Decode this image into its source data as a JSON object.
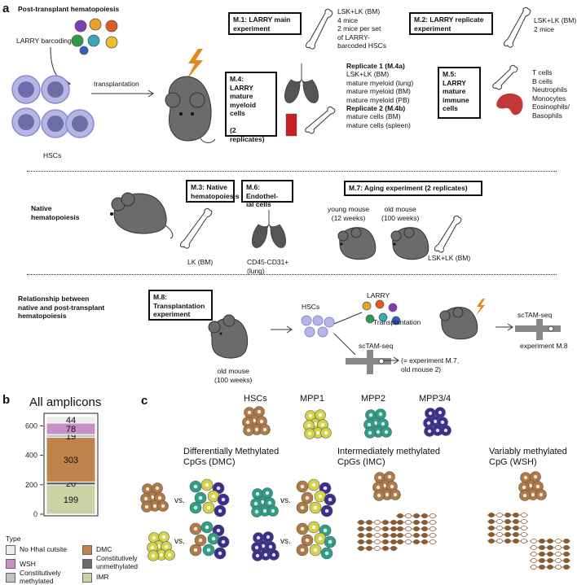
{
  "panel_a": {
    "letter": "a",
    "section1_title": "Post-transplant hematopoiesis",
    "barcoding_label": "LARRY barcoding",
    "hscs_label": "HSCs",
    "transplantation_label": "transplantation",
    "m1": {
      "title": "M.1: LARRY main\nexperiment",
      "desc": "LSK+LK (BM)\n4 mice\n2 mice per set\nof LARRY-\nbarcoded HSCs"
    },
    "m2": {
      "title": "M.2: LARRY replicate\nexperiment",
      "desc": "LSK+LK (BM)\n2 mice"
    },
    "m4": {
      "title": "M.4:\nLARRY\nmature\nmyeloid\ncells\n\n(2 replicates)"
    },
    "m4_rep1_title": "Replicate 1 (M.4a)",
    "m4_rep1_items": "LSK+LK (BM)\nmature myeloid (lung)\nmature myeloid (BM)\nmature myeloid (PB)",
    "m4_rep2_title": "Replicate 2 (M.4b)",
    "m4_rep2_items": "mature cells (BM)\nmature cells (spleen)",
    "m5": {
      "title": "M.5:\nLARRY\nmature\nimmune\ncells",
      "desc": "T cells\nB cells\nNeutrophils\nMonocytes\nEosinophils/\nBasophils"
    },
    "section2_title": "Native\nhematopoiesis",
    "m3": {
      "title": "M.3: Native\nhematopoiesis",
      "desc": "LK (BM)"
    },
    "m6": {
      "title": "M.6: Endothel-\nial cells",
      "desc": "CD45-CD31+\n(lung)"
    },
    "m7": {
      "title": "M.7: Aging experiment (2 replicates)",
      "young": "young mouse\n(12 weeks)",
      "old": "old mouse\n(100 weeks)",
      "desc": "LSK+LK (BM)"
    },
    "section3_title": "Relationship between\nnative and post-transplant\nhematopoiesis",
    "m8": {
      "title": "M.8:\nTransplantation\nexperiment"
    },
    "old_mouse": "old mouse\n(100 weeks)",
    "hscs2": "HSCs",
    "larry2": "LARRY",
    "transplantation2": "Transplantation",
    "sctam1": "scTAM-seq",
    "sctam2": "scTAM-seq",
    "experiment_m8": "experiment M.8",
    "eq_m7": "(= experiment M.7,\nold mouse 2)"
  },
  "panel_b": {
    "letter": "b",
    "chart_data": {
      "type": "bar",
      "title": "All amplicons",
      "stacked": true,
      "categories": [
        "All amplicons"
      ],
      "series": [
        {
          "name": "IMR",
          "value": 199,
          "color": "#c9d3a6"
        },
        {
          "name": "Constitutively unmethylated",
          "value": 20,
          "color": "#6b6b6b"
        },
        {
          "name": "DMC",
          "value": 303,
          "color": "#c0834c"
        },
        {
          "name": "Constitutively methylated",
          "value": 19,
          "color": "#c2c2c2"
        },
        {
          "name": "WSH",
          "value": 78,
          "color": "#c98fc6"
        },
        {
          "name": "No HhaI cutsite",
          "value": 44,
          "color": "#ececec"
        }
      ],
      "ylim": [
        0,
        663
      ],
      "yticks": [
        0,
        200,
        400,
        600
      ]
    },
    "legend_title": "Type",
    "legend": [
      {
        "label": "No HhaI cutsite",
        "color": "#ececec"
      },
      {
        "label": "WSH",
        "color": "#c98fc6"
      },
      {
        "label": "Constitutively\nmethylated",
        "color": "#c2c2c2"
      },
      {
        "label": "DMC",
        "color": "#c0834c"
      },
      {
        "label": "Constitutively\nunmethylated",
        "color": "#6b6b6b"
      },
      {
        "label": "IMR",
        "color": "#c9d3a6"
      }
    ]
  },
  "panel_c": {
    "letter": "c",
    "cell_types": [
      {
        "label": "HSCs",
        "color": "#b07a45"
      },
      {
        "label": "MPP1",
        "color": "#d4d24a"
      },
      {
        "label": "MPP2",
        "color": "#2e9f86"
      },
      {
        "label": "MPP3/4",
        "color": "#3a2f8f"
      }
    ],
    "dmc_title": "Differentially Methylated\nCpGs (DMC)",
    "imc_title": "Intermediately methylated\nCpGs (IMC)",
    "wsh_title": "Variably methylated\nCpG (WSH)",
    "vs": "vs."
  }
}
